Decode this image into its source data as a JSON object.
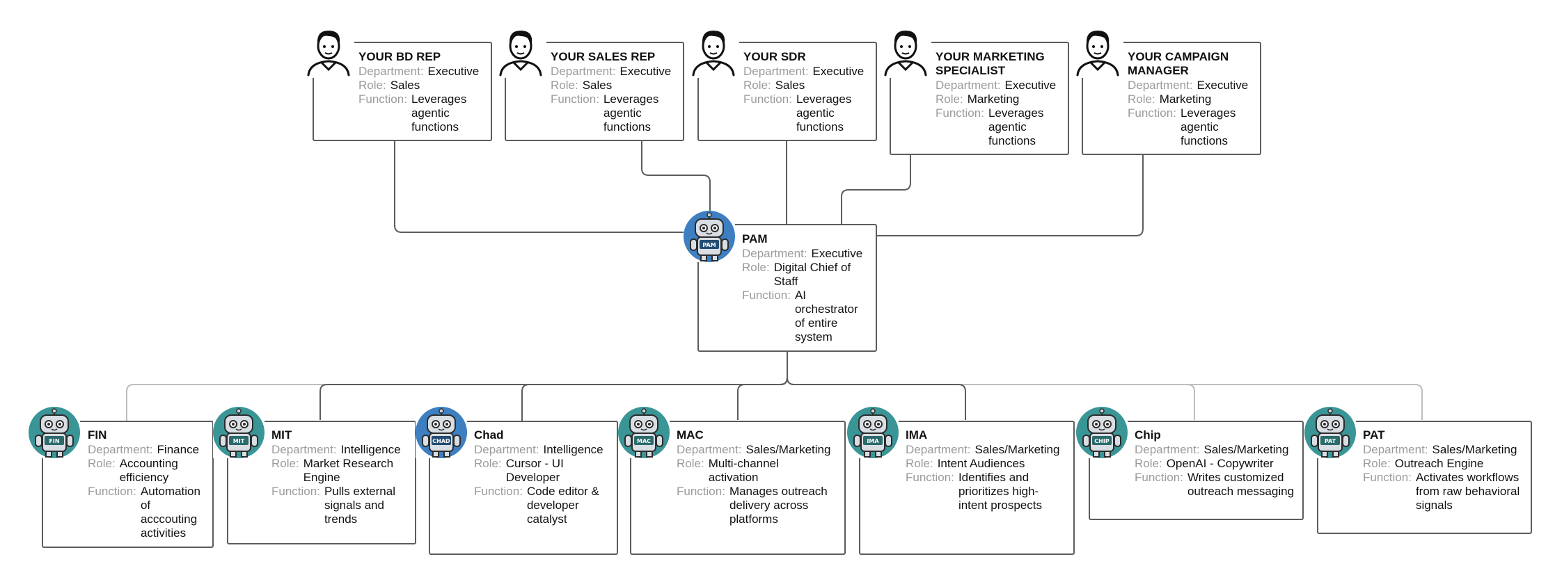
{
  "labels": {
    "department": "Department:",
    "role": "Role:",
    "function": "Function:"
  },
  "humans": [
    {
      "id": "bd-rep",
      "name": "YOUR BD REP",
      "department": "Executive",
      "role": "Sales",
      "function": "Leverages agentic functions"
    },
    {
      "id": "sales-rep",
      "name": "YOUR SALES REP",
      "department": "Executive",
      "role": "Sales",
      "function": "Leverages agentic functions"
    },
    {
      "id": "sdr",
      "name": "YOUR SDR",
      "department": "Executive",
      "role": "Sales",
      "function": "Leverages agentic functions"
    },
    {
      "id": "marketing-specialist",
      "name": "YOUR MARKETING SPECIALIST",
      "department": "Executive",
      "role": "Marketing",
      "function": "Leverages agentic functions"
    },
    {
      "id": "campaign-manager",
      "name": "YOUR CAMPAIGN MANAGER",
      "department": "Executive",
      "role": "Marketing",
      "function": "Leverages agentic functions"
    }
  ],
  "orchestrator": {
    "id": "pam",
    "name": "PAM",
    "badge": "PAM",
    "department": "Executive",
    "role": "Digital Chief of Staff",
    "function": "AI orchestrator of entire system"
  },
  "agents": [
    {
      "id": "fin",
      "name": "FIN",
      "badge": "FIN",
      "department": "Finance",
      "role": "Accounting efficiency",
      "function": "Automation of acccouting activities"
    },
    {
      "id": "mit",
      "name": "MIT",
      "badge": "MIT",
      "department": "Intelligence",
      "role": "Market Research Engine",
      "function": "Pulls external signals and trends"
    },
    {
      "id": "chad",
      "name": "Chad",
      "badge": "CHAD",
      "department": "Intelligence",
      "role": "Cursor - UI Developer",
      "function": "Code editor & developer catalyst"
    },
    {
      "id": "mac",
      "name": "MAC",
      "badge": "MAC",
      "department": "Sales/Marketing",
      "role": "Multi-channel activation",
      "function": "Manages outreach delivery across platforms"
    },
    {
      "id": "ima",
      "name": "IMA",
      "badge": "IMA",
      "department": "Sales/Marketing",
      "role": "Intent Audiences",
      "function": "Identifies and prioritizes high-intent prospects"
    },
    {
      "id": "chip",
      "name": "Chip",
      "badge": "CHIP",
      "department": "Sales/Marketing",
      "role": "OpenAI - Copywriter",
      "function": "Writes customized outreach messaging"
    },
    {
      "id": "pat",
      "name": "PAT",
      "badge": "PAT",
      "department": "Sales/Marketing",
      "role": "Outreach Engine",
      "function": "Activates workflows from raw behavioral signals"
    }
  ],
  "colors": {
    "card_border": "#5c5c5c",
    "connector_dark": "#5c5c5c",
    "connector_light": "#bdbdbd",
    "robot_teal": "#3a9596",
    "robot_blue": "#3d7fc1",
    "label_gray": "#9b9b9b"
  },
  "icons": {
    "human": "person-avatar-icon",
    "agent": "robot-avatar-icon"
  }
}
